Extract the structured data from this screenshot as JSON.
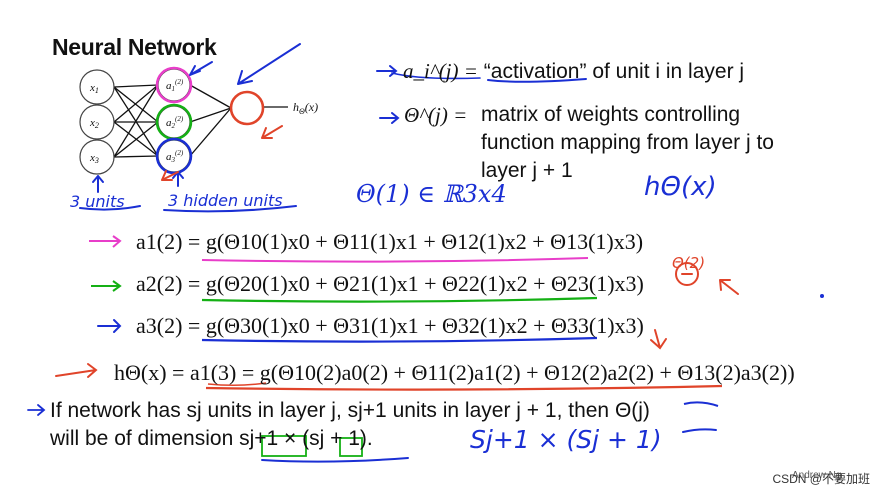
{
  "slide": {
    "title": "Neural Network",
    "network": {
      "inputs": [
        "x1",
        "x2",
        "x3"
      ],
      "hidden": [
        "a1(2)",
        "a2(2)",
        "a3(2)"
      ],
      "output_label": "hΘ(x)"
    },
    "definitions": [
      {
        "symbol": "a_i^(j) =",
        "text": "“activation” of unit i in layer j"
      },
      {
        "symbol": "Θ^(j) =",
        "text_line1": "matrix of weights controlling",
        "text_line2": "function mapping from layer j to",
        "text_line3": "layer j + 1"
      }
    ],
    "equations": [
      "a1(2) = g(Θ10(1)x0 + Θ11(1)x1 + Θ12(1)x2 + Θ13(1)x3)",
      "a2(2) = g(Θ20(1)x0 + Θ21(1)x1 + Θ22(1)x2 + Θ23(1)x3)",
      "a3(2) = g(Θ30(1)x0 + Θ31(1)x1 + Θ32(1)x2 + Θ33(1)x3)",
      "hΘ(x) = a1(3) = g(Θ10(2)a0(2) + Θ11(2)a1(2) + Θ12(2)a2(2) + Θ13(2)a3(2))"
    ],
    "note_line1": "If network has sj units in layer j, sj+1 units in layer j + 1, then Θ(j)",
    "note_line2": "will be of dimension sj+1 × (sj + 1).",
    "handwriting": {
      "input_units": "3 units",
      "hidden_units": "3 hidden units",
      "theta_dim": "Θ(1) ∈ ℝ3x4",
      "h_theta": "hΘ(x)",
      "theta2": "Θ(2)",
      "dim_expr": "Sj+1 × (Sj + 1)"
    },
    "footer": "CSDN @不要加班",
    "author": "Andrew Ng"
  },
  "colors": {
    "blue": "#1a2fd4",
    "pink": "#e83ec9",
    "green": "#15b015",
    "orange": "#e0442a"
  }
}
